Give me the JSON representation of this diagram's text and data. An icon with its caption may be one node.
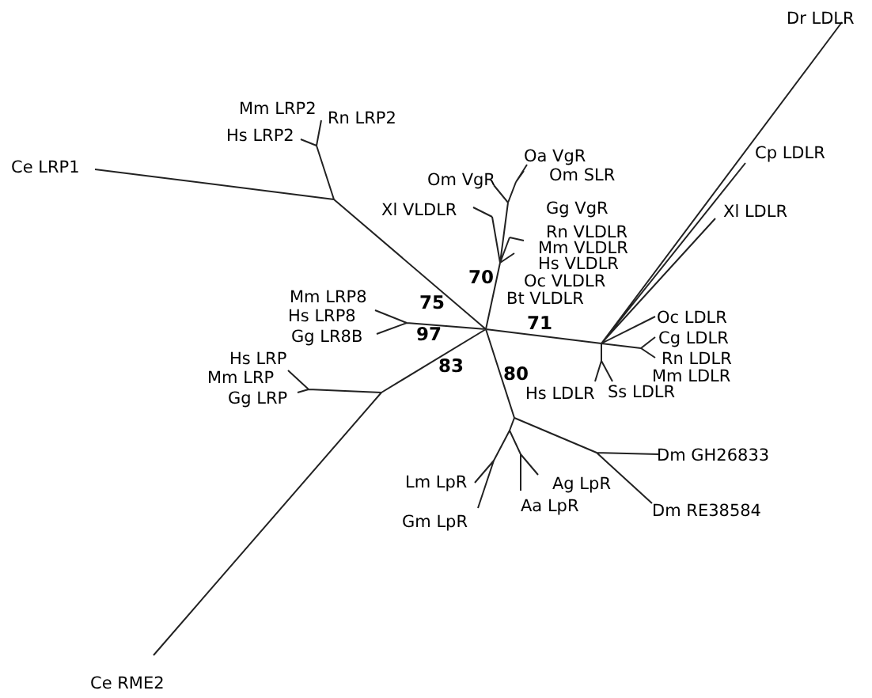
{
  "diagram": {
    "labels": [
      "Dr LDLR",
      "Mm LRP2",
      "Rn LRP2",
      "Hs LRP2",
      "Ce LRP1",
      "Cp LDLR",
      "Oa VgR",
      "Om SLR",
      "Om VgR",
      "Xl VLDLR",
      "Gg VgR",
      "Xl LDLR",
      "Rn VLDLR",
      "Mm VLDLR",
      "Hs VLDLR",
      "70",
      "Oc VLDLR",
      "Mm LRP8",
      "Bt VLDLR",
      "75",
      "Hs LRP8",
      "Oc LDLR",
      "71",
      "Gg LR8B",
      "97",
      "Cg LDLR",
      "Hs LRP",
      "Rn LDLR",
      "83",
      "80",
      "Mm LRP",
      "Mm LDLR",
      "Hs LDLR",
      "Ss LDLR",
      "Gg LRP",
      "Dm GH26833",
      "Lm LpR",
      "Ag LpR",
      "Aa LpR",
      "Dm RE38584",
      "Gm LpR",
      "Ce RME2"
    ]
  }
}
